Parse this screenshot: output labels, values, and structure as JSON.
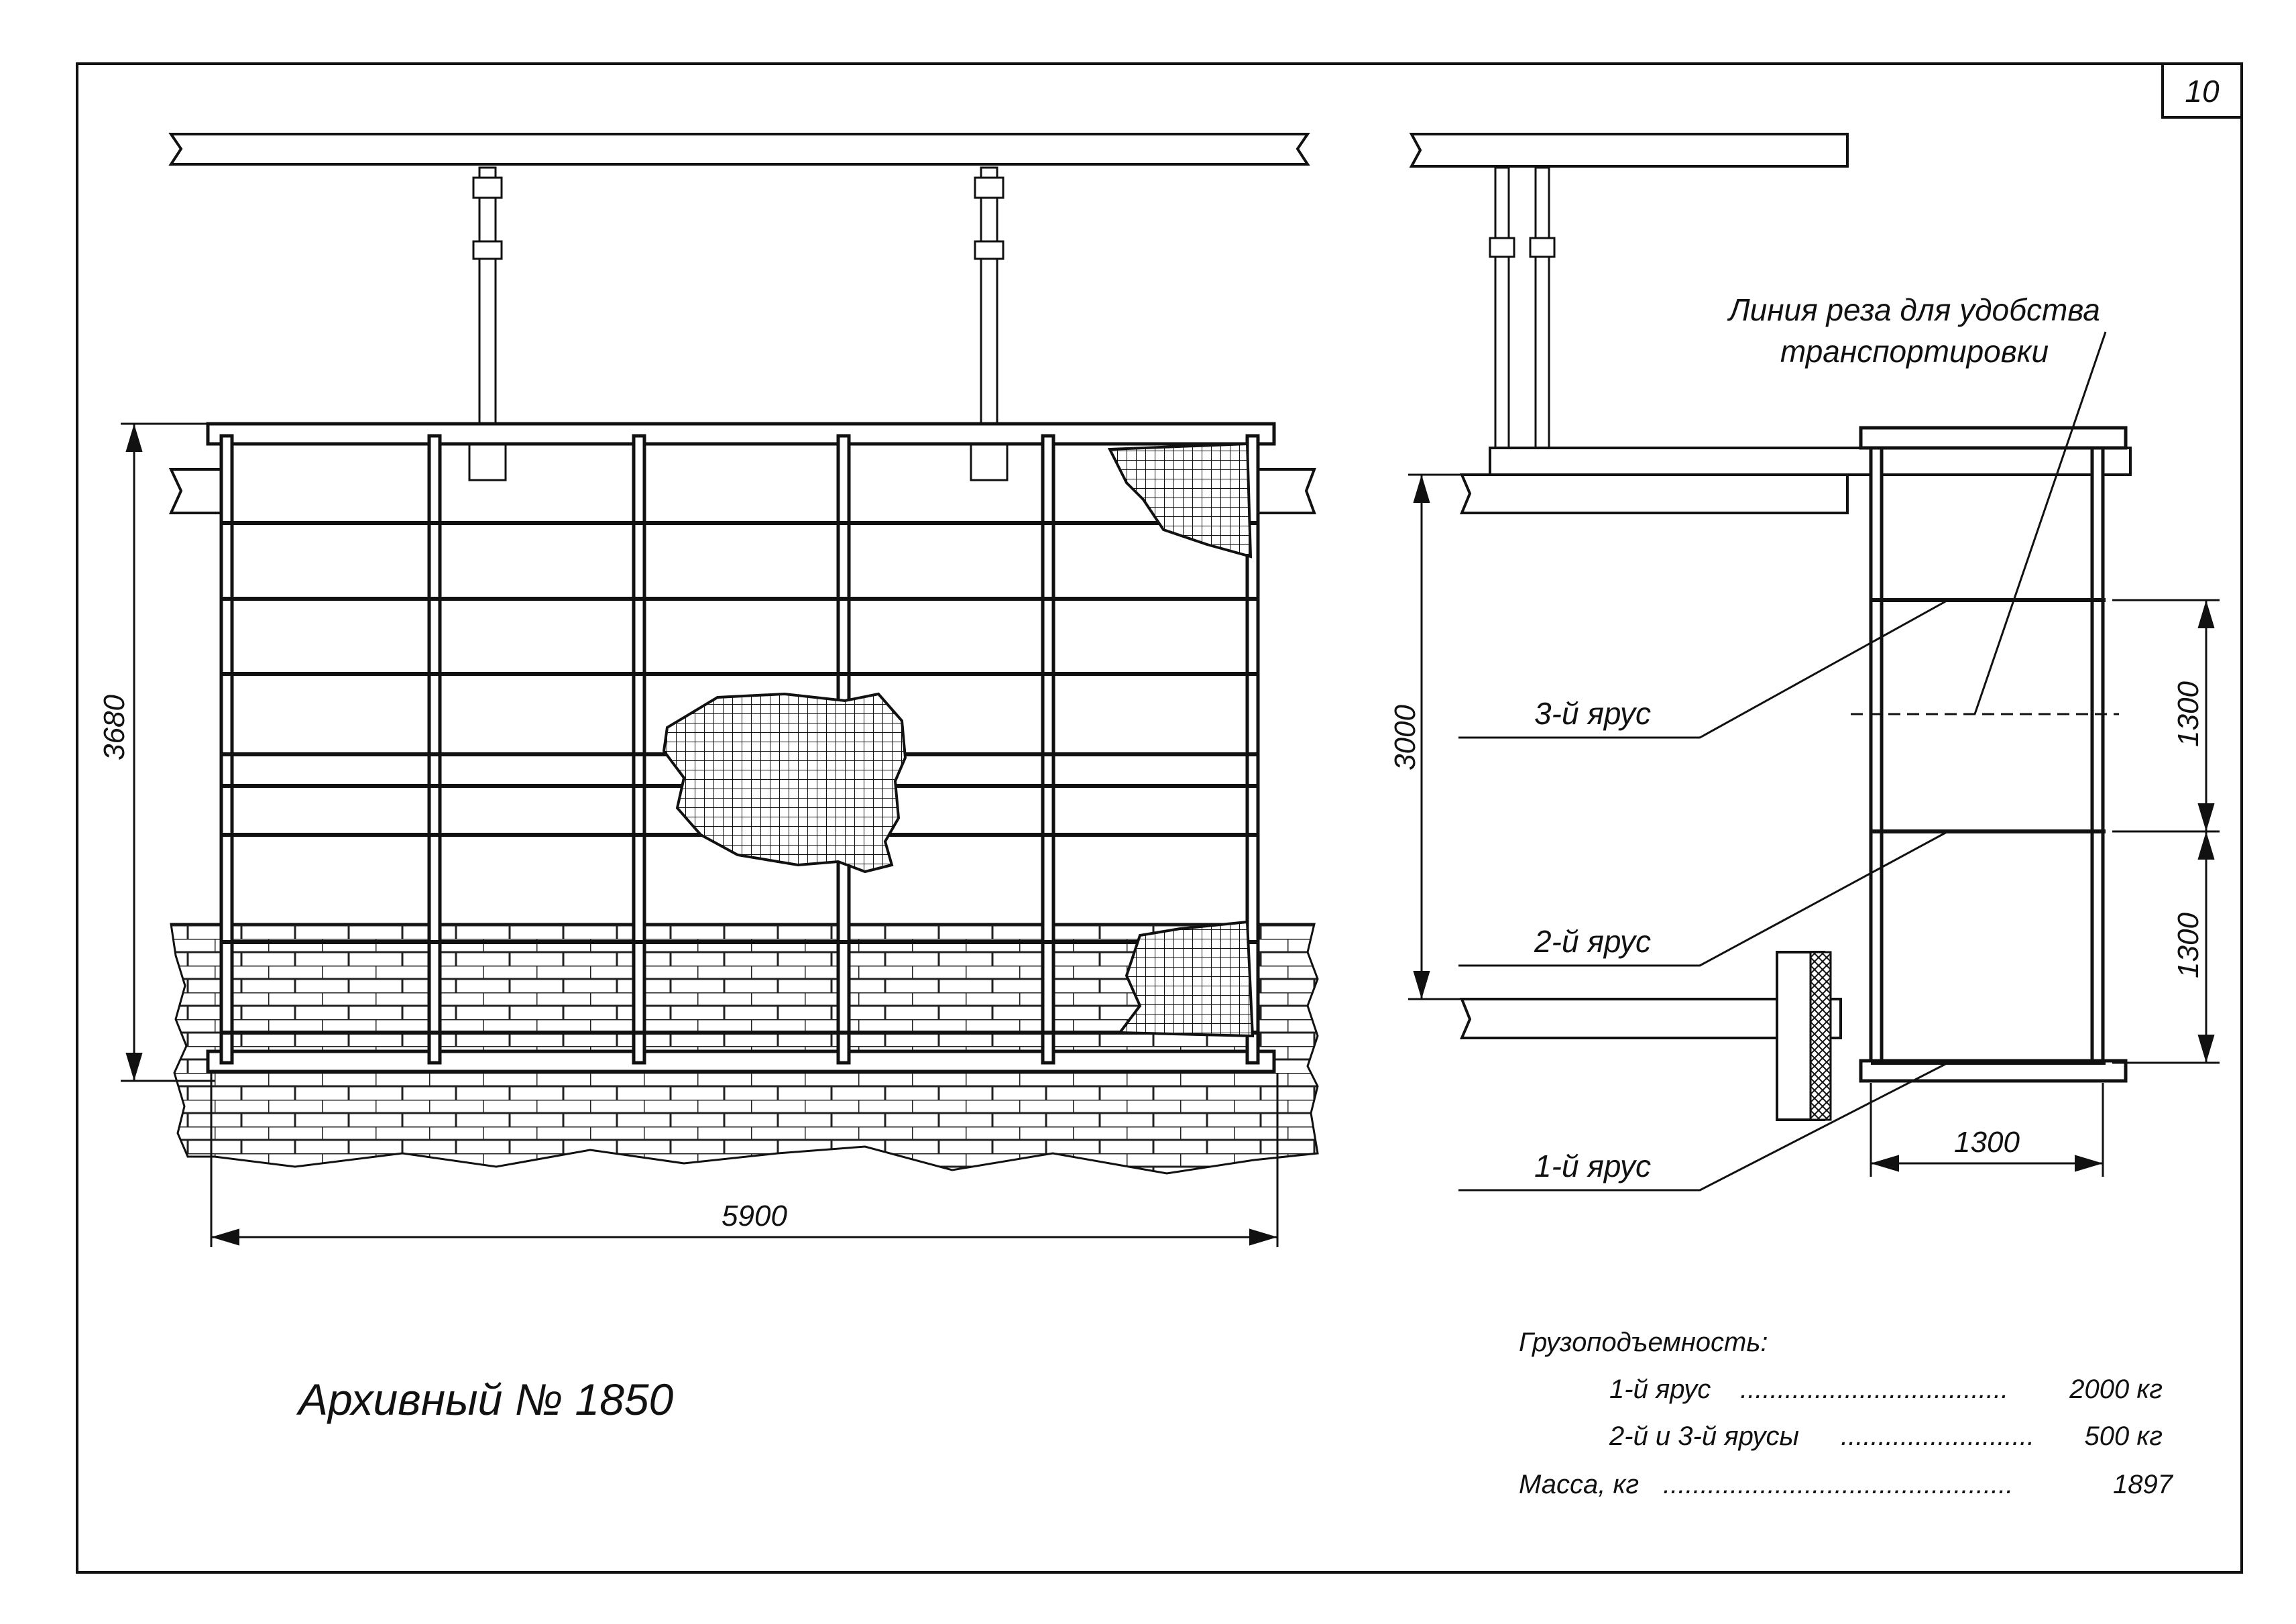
{
  "sheet": {
    "number": "10"
  },
  "front_view": {
    "dim_height": "3680",
    "dim_width": "5900"
  },
  "side_view": {
    "dim_height_floor": "3000",
    "dim_tier_upper": "1300",
    "dim_tier_lower": "1300",
    "dim_depth": "1300",
    "cut_note_line1": "Линия реза для удобства",
    "cut_note_line2": "транспортировки",
    "tiers": [
      "3-й ярус",
      "2-й ярус",
      "1-й ярус"
    ]
  },
  "specs": {
    "title": "Грузоподъемность:",
    "rows": [
      {
        "label": "1-й ярус",
        "dots": "....................................",
        "value": "2000 кг"
      },
      {
        "label": "2-й и 3-й ярусы",
        "dots": "..........................",
        "value": "500 кг"
      },
      {
        "label": "Масса, кг",
        "dots": "...............................................",
        "value": "1897"
      }
    ]
  },
  "archive": {
    "label": "Архивный № 1850"
  }
}
